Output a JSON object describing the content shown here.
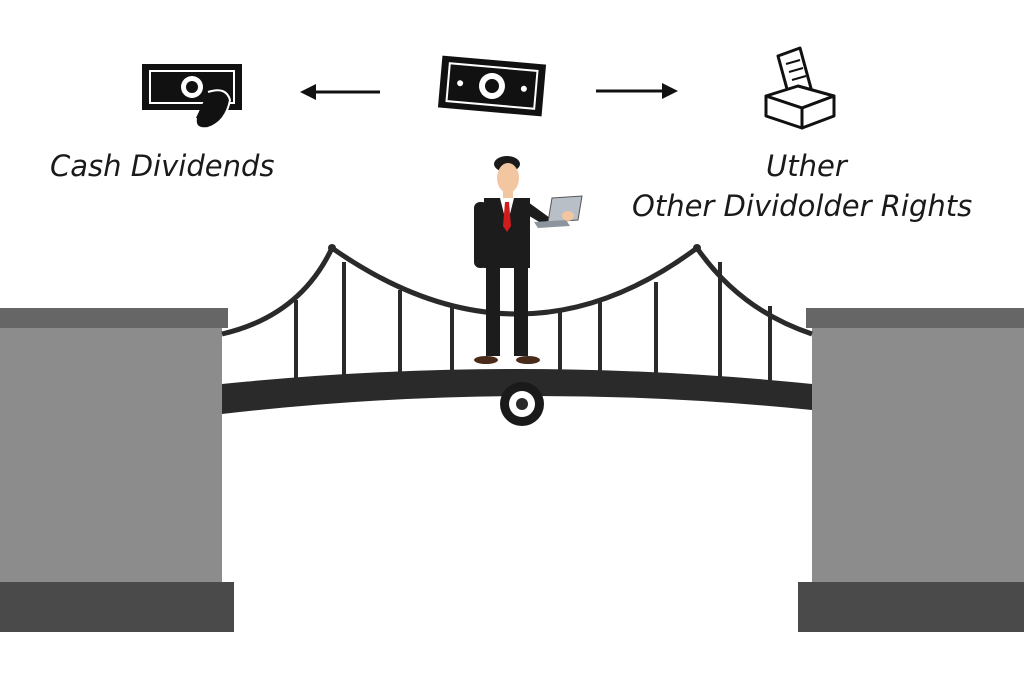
{
  "labels": {
    "cash_dividends": "Cash Dividends",
    "other_line1": "Uther",
    "other_line2": "Other Dividolder Rights"
  },
  "icons": {
    "left": "cash-in-hand-icon",
    "center": "banknote-icon",
    "right": "ballot-box-icon",
    "left_arrow": "arrow-left-icon",
    "right_arrow": "arrow-right-icon"
  },
  "colors": {
    "pillar_face": "#8c8c8c",
    "pillar_top": "#666666",
    "pillar_base": "#4a4a4a",
    "bridge": "#2a2a2a",
    "suit": "#1c1c1c",
    "tie": "#d01c1c",
    "skin": "#f2c6a0",
    "laptop": "#b8bfc6"
  }
}
